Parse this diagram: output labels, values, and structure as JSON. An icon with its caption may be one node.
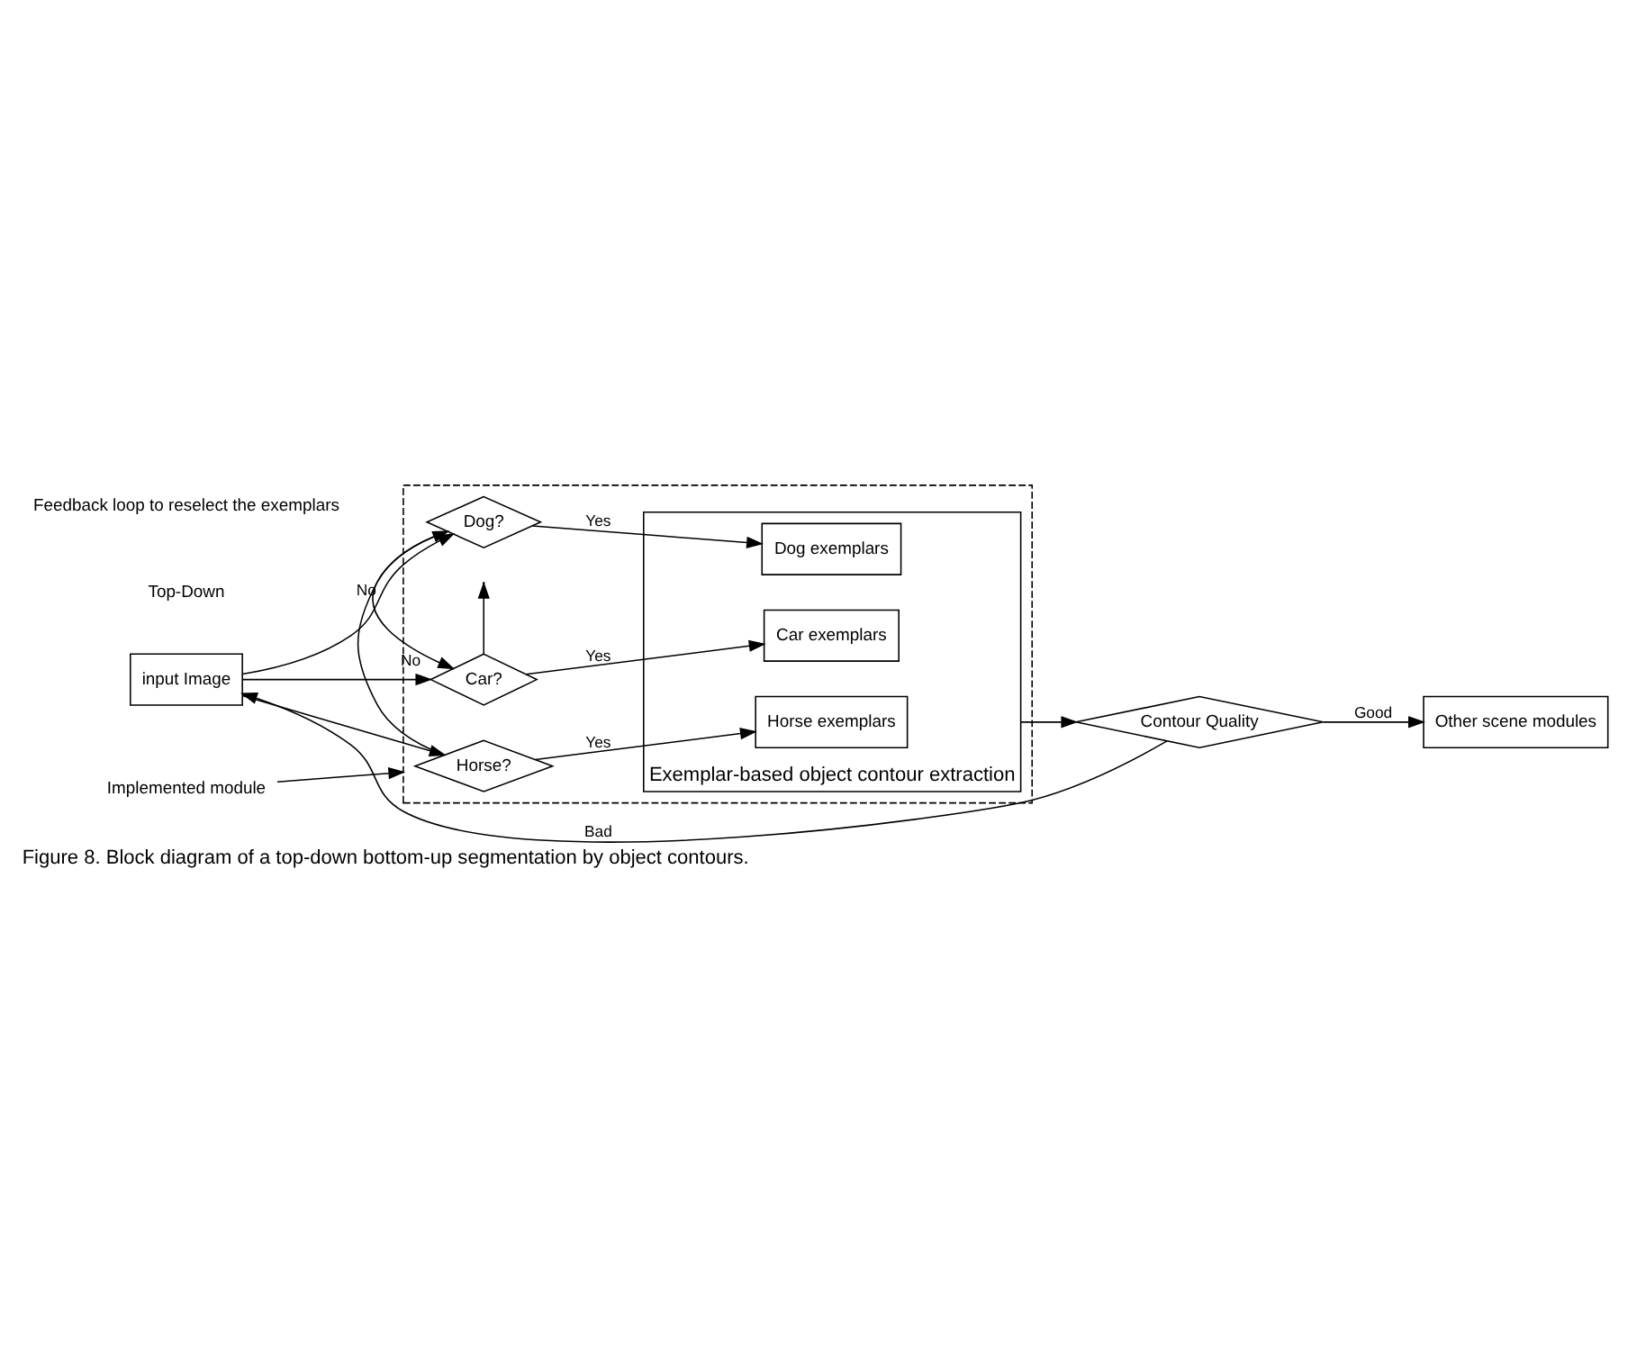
{
  "diagram": {
    "caption": "Figure 8. Block diagram of a top-down bottom-up segmentation by object contours.",
    "nodes": [
      {
        "text": [],
        "shape": "box"
      },
      {
        "text": [
          "input Image"
        ]
      },
      {
        "text": [
          "Implemented module"
        ]
      },
      {
        "text": [
          "Horse?"
        ],
        "in": 0
      },
      {
        "text": [
          "Dog?"
        ],
        "in": 0
      },
      {
        "text": [
          "Car?"
        ],
        "in": 0
      },
      {
        "text": [
          "Exemplar-based object contour extraction"
        ],
        "in": 0
      },
      {
        "text": [
          "Horse exemplars"
        ],
        "in": 6
      },
      {
        "text": [
          "Dog exemplars"
        ],
        "in": 6
      },
      {
        "text": [
          "Car exemplars"
        ],
        "in": 6
      },
      {
        "text": [
          "Contour Quality"
        ]
      },
      {
        "text": [
          "Other scene modules"
        ]
      }
    ],
    "edges": [
      {
        "from": 1,
        "to": 3,
        "arrow": "to"
      },
      {
        "from": 1,
        "to": 4,
        "arrow": "to"
      },
      {
        "from": 1,
        "to": 5,
        "arrow": "to"
      },
      {
        "from": 3,
        "to": 7,
        "arrow": "to",
        "label": "Yes"
      },
      {
        "from": 4,
        "to": 8,
        "arrow": "to",
        "label": "Yes"
      },
      {
        "from": 5,
        "to": 9,
        "arrow": "to",
        "label": "Yes"
      },
      {
        "from": 3,
        "to": 4,
        "arrow": "to",
        "label": "No"
      },
      {
        "from": 4,
        "to": 5,
        "arrow": "to",
        "label": "No"
      },
      {
        "from": 5,
        "to": null,
        "arrow": "to"
      },
      {
        "from": 6,
        "to": 10,
        "arrow": "to"
      },
      {
        "from": 10,
        "to": 11,
        "arrow": "to",
        "label": "Good"
      },
      {
        "from": 10,
        "to": 1,
        "arrow": "to",
        "label": "Bad"
      },
      {
        "from": 2,
        "to": 0,
        "arrow": "to"
      }
    ],
    "labels": [
      "Top-Down",
      "Feedback loop to reselect the exemplars"
    ]
  }
}
